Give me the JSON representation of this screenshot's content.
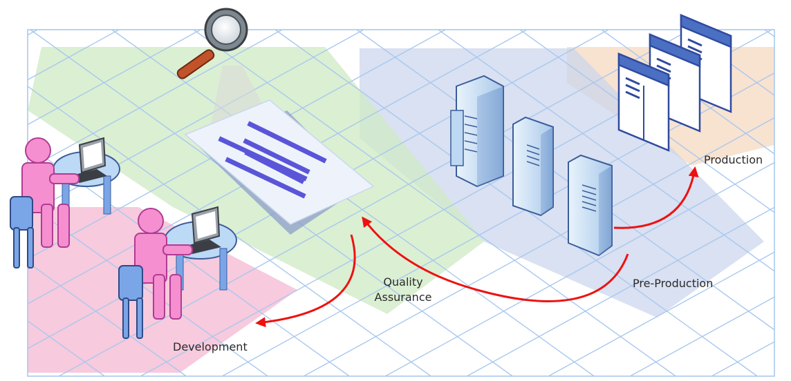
{
  "diagram": {
    "stages": [
      {
        "id": "development",
        "label": "Development",
        "color": "#f4b8d2"
      },
      {
        "id": "quality",
        "label_lines": [
          "Quality",
          "Assurance"
        ],
        "color": "#cfe9c4"
      },
      {
        "id": "preproduction",
        "label": "Pre-Production",
        "color": "#c9d4ec"
      },
      {
        "id": "production",
        "label": "Production",
        "color": "#f6dcc4"
      }
    ],
    "colors": {
      "grid": "#a9c8ee",
      "arrow": "#ee1111",
      "person": "#f58fd0",
      "chair": "#7aa6e8",
      "table": "#bcd9f6",
      "document_lines": "#5a55d8",
      "server": "#cfe5f7",
      "server_edge": "#3b5c9a",
      "window_frame": "#2f4aa0"
    },
    "icons": [
      "magnifier-icon",
      "document-icon",
      "server-icon",
      "workstation-icon",
      "window-icon"
    ]
  }
}
